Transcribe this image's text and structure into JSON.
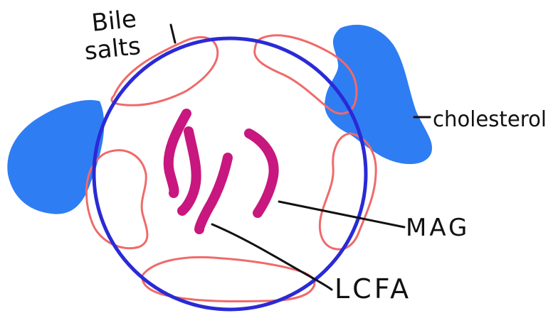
{
  "labels": {
    "bile_salts_line1": "Bile",
    "bile_salts_line2": "salts",
    "cholesterol": "cholesterol",
    "mag": "MAG",
    "lcfa": "LCFA"
  },
  "colors": {
    "micelle_outline": "#2a2ad6",
    "bile_salt": "#f06a6a",
    "cholesterol": "#2f7df2",
    "fatty_acid": "#c8177e",
    "ink": "#111111"
  }
}
